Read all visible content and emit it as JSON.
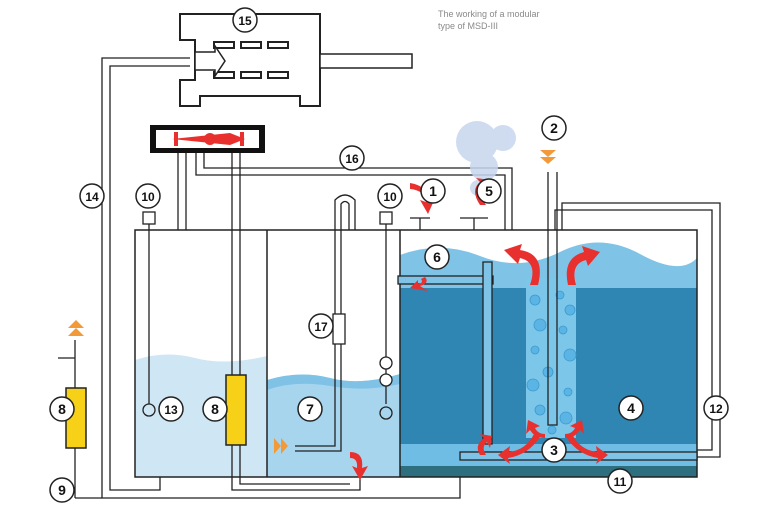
{
  "caption": {
    "line1": "The working of a modular",
    "line2": "type of MSD-III"
  },
  "colors": {
    "outline": "#222222",
    "light_water": "#c9e3f2",
    "mid_water": "#8fc7e6",
    "deep_water": "#2f86b3",
    "wave": "#5fb3df",
    "bottom_layer": "#2d6f7f",
    "arrow_red": "#e8312f",
    "arrow_orange": "#f29a3a",
    "float_yellow": "#f7d117",
    "bubble": "#bcd3ec"
  },
  "labels": [
    {
      "id": "label-1",
      "text": "1"
    },
    {
      "id": "label-2",
      "text": "2"
    },
    {
      "id": "label-3",
      "text": "3"
    },
    {
      "id": "label-4",
      "text": "4"
    },
    {
      "id": "label-5",
      "text": "5"
    },
    {
      "id": "label-6",
      "text": "6"
    },
    {
      "id": "label-7",
      "text": "7"
    },
    {
      "id": "label-8a",
      "text": "8"
    },
    {
      "id": "label-8b",
      "text": "8"
    },
    {
      "id": "label-9",
      "text": "9"
    },
    {
      "id": "label-10a",
      "text": "10"
    },
    {
      "id": "label-10b",
      "text": "10"
    },
    {
      "id": "label-11",
      "text": "11"
    },
    {
      "id": "label-12",
      "text": "12"
    },
    {
      "id": "label-13",
      "text": "13"
    },
    {
      "id": "label-14",
      "text": "14"
    },
    {
      "id": "label-15",
      "text": "15"
    },
    {
      "id": "label-16",
      "text": "16"
    },
    {
      "id": "label-17",
      "text": "17"
    }
  ]
}
